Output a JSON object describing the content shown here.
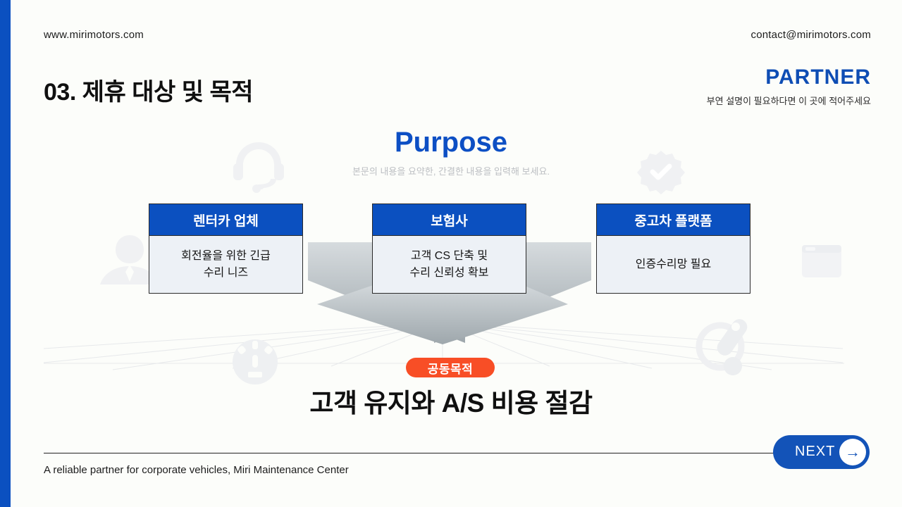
{
  "page": {
    "background": "#fcfdfa",
    "accent_blue": "#0b50c0",
    "accent_orange": "#f84e26"
  },
  "header": {
    "website": "www.mirimotors.com",
    "email": "contact@mirimotors.com",
    "title": "03. 제휴 대상 및 목적",
    "partner_label": "PARTNER",
    "partner_caption": "부연 설명이 필요하다면 이 곳에 적어주세요"
  },
  "purpose": {
    "title": "Purpose",
    "subtitle": "본문의 내용을 요약한, 간결한 내용을 입력해 보세요."
  },
  "cards": [
    {
      "header": "렌터카 업체",
      "body": "회전율을 위한 긴급\n수리 니즈"
    },
    {
      "header": "보험사",
      "body": "고객 CS 단축 및\n수리 신뢰성 확보"
    },
    {
      "header": "중고차 플랫폼",
      "body": "인증수리망 필요"
    }
  ],
  "goal": {
    "badge": "공동목적",
    "headline": "고객 유지와 A/S 비용 절감"
  },
  "footer": {
    "tagline": "A reliable partner for corporate vehicles, Miri Maintenance Center",
    "next_label": "NEXT",
    "next_arrow": "→"
  },
  "background_icons": {
    "names": [
      "headset-icon",
      "seal-check-icon",
      "person-icon",
      "card-icon",
      "gauge-icon",
      "wrench-icon"
    ],
    "color": "#f0f1f3"
  }
}
